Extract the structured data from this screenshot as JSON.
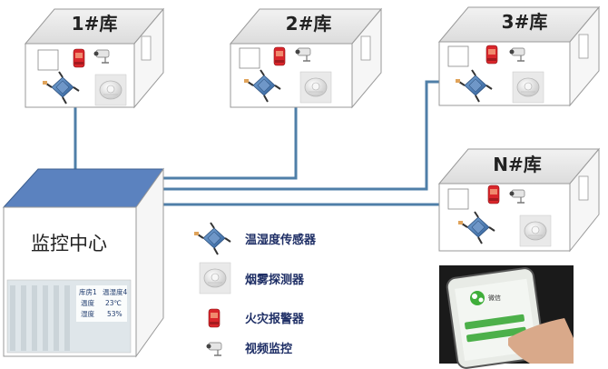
{
  "warehouses": [
    {
      "label": "1#库"
    },
    {
      "label": "2#库"
    },
    {
      "label": "3#库"
    },
    {
      "label": "N#库"
    }
  ],
  "center": {
    "label": "监控中心",
    "screen_rows": [
      {
        "name": "库房1",
        "value": "温湿度4"
      },
      {
        "name": "温度",
        "value": "23℃"
      },
      {
        "name": "湿度",
        "value": "53%"
      }
    ]
  },
  "legend": [
    {
      "icon": "sensor-icon",
      "label": "温湿度传感器"
    },
    {
      "icon": "smoke-detector-icon",
      "label": "烟雾探测器"
    },
    {
      "icon": "fire-alarm-icon",
      "label": "火灾报警器"
    },
    {
      "icon": "camera-icon",
      "label": "视频监控"
    }
  ],
  "phone": {
    "app_title": "微信"
  },
  "colors": {
    "roof": "#e8e8e8",
    "wall": "#ffffff",
    "line": "#4f7fa8",
    "center_roof": "#5b82bf",
    "alarm": "#d9262b",
    "sensor": "#4a78b5"
  }
}
